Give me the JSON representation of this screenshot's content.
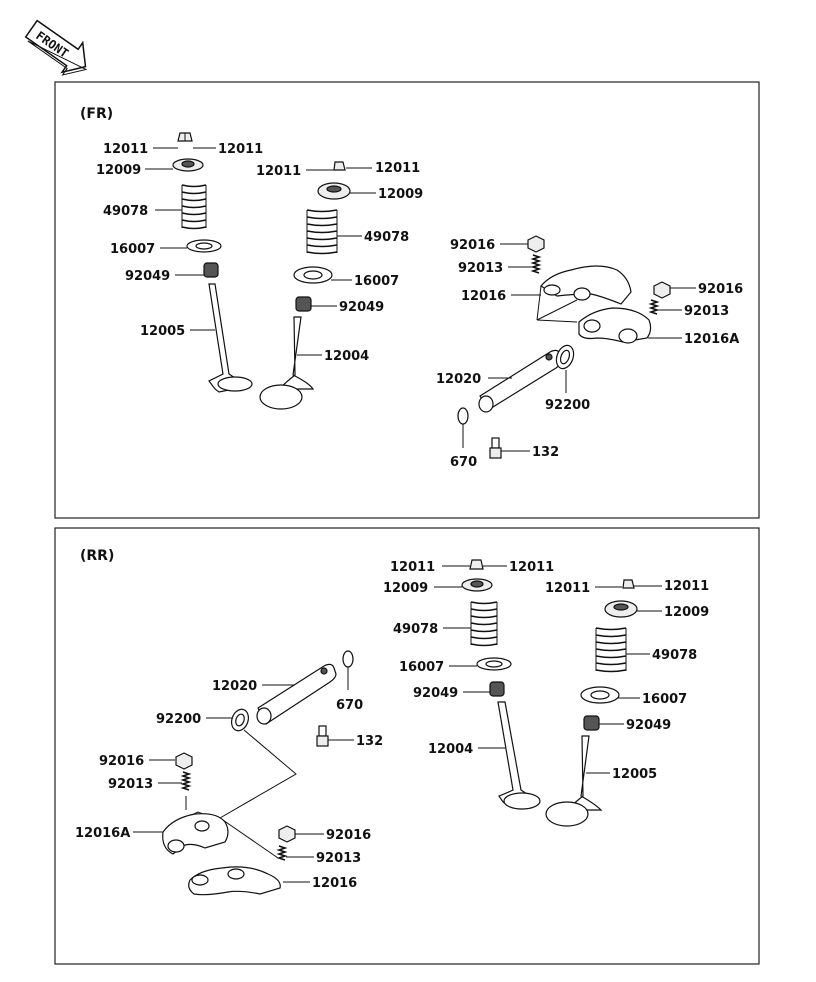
{
  "front_badge": {
    "text": "FRONT"
  },
  "sections": [
    {
      "tag": "(FR)"
    },
    {
      "tag": "(RR)"
    }
  ],
  "parts": {
    "p12011": "12011",
    "p12009": "12009",
    "p49078": "49078",
    "p16007": "16007",
    "p92049": "92049",
    "p12005": "12005",
    "p12004": "12004",
    "p92016": "92016",
    "p92013": "92013",
    "p12016": "12016",
    "p12016A": "12016A",
    "p12020": "12020",
    "p92200": "92200",
    "p670": "670",
    "p132": "132"
  }
}
